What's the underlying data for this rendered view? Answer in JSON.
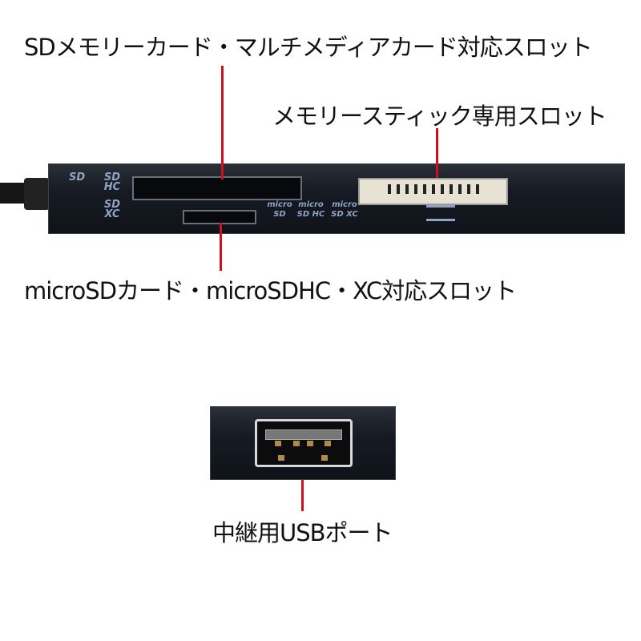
{
  "labels": {
    "sd_slot": "SDメモリーカード・マルチメディアカード対応スロット",
    "ms_slot": "メモリースティック専用スロット",
    "microsd_slot": "microSDカード・microSDHC・XC対応スロット",
    "usb_port": "中継用USBポート"
  },
  "device_logos": {
    "sd": "SD",
    "sdhc": "SD HC",
    "sdxc": "SD XC",
    "microsd": "micro SD",
    "microsdhc": "micro SD HC",
    "microsdxc": "micro SD XC"
  },
  "colors": {
    "leader_line": "#d0101e",
    "device_body": "#161a22",
    "logo_print": "#8fa3c4"
  }
}
